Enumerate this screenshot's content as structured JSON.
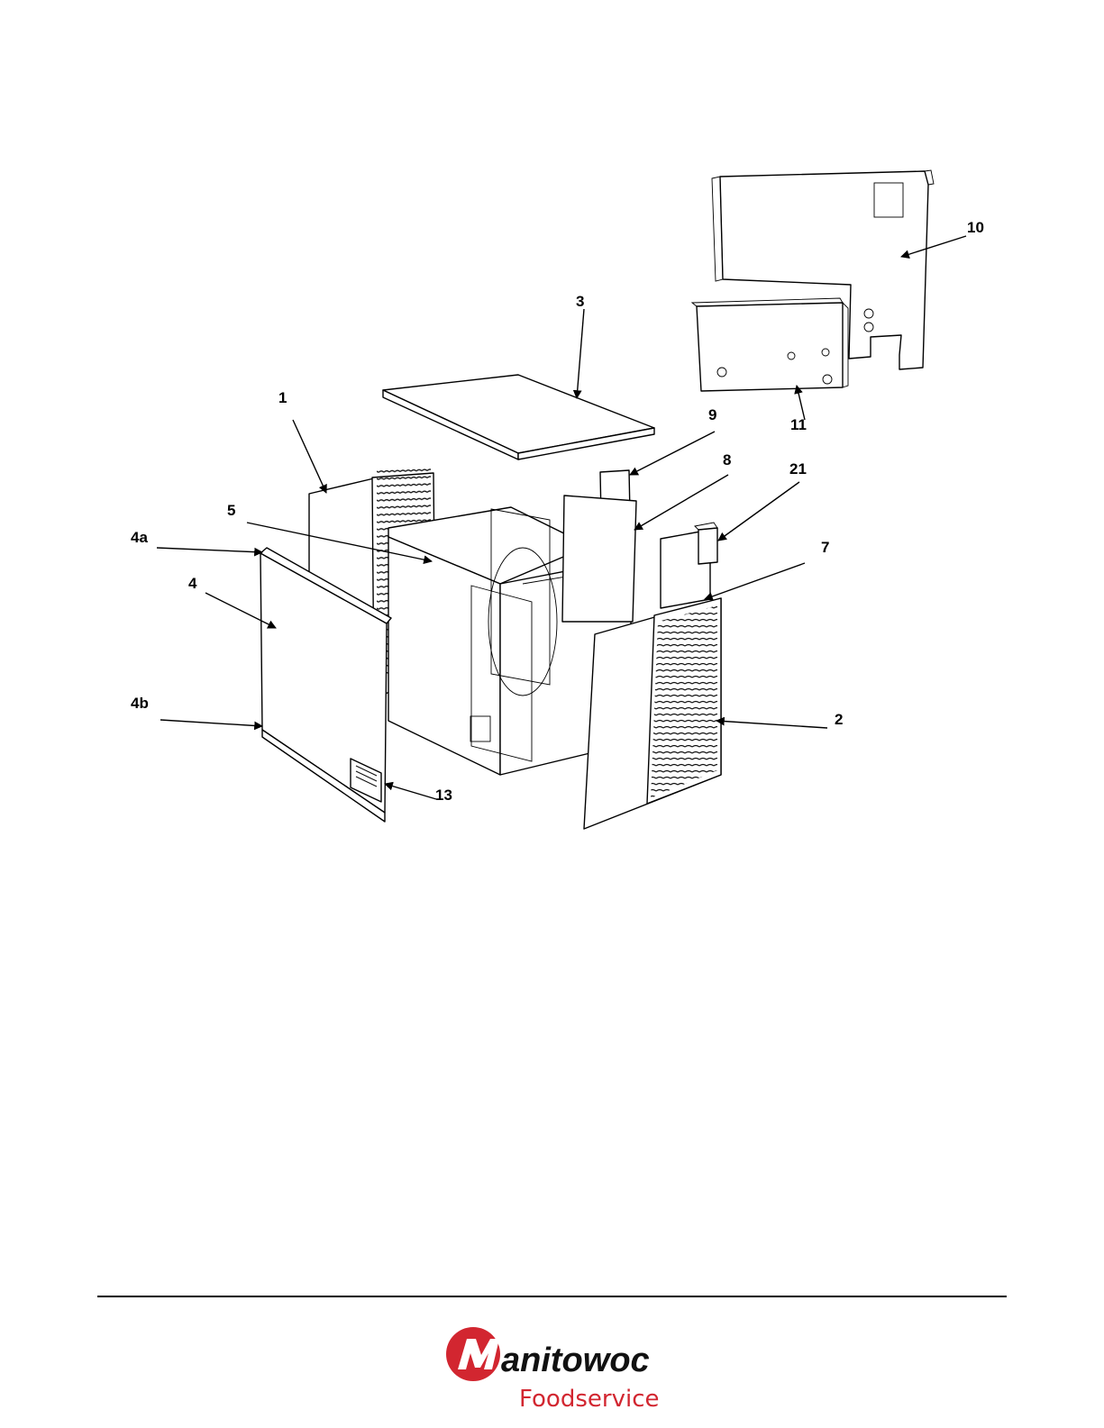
{
  "callouts": [
    {
      "id": "1",
      "label": "1"
    },
    {
      "id": "2",
      "label": "2"
    },
    {
      "id": "3",
      "label": "3"
    },
    {
      "id": "4",
      "label": "4"
    },
    {
      "id": "4a",
      "label": "4a"
    },
    {
      "id": "4b",
      "label": "4b"
    },
    {
      "id": "5",
      "label": "5"
    },
    {
      "id": "7",
      "label": "7"
    },
    {
      "id": "8",
      "label": "8"
    },
    {
      "id": "9",
      "label": "9"
    },
    {
      "id": "10",
      "label": "10"
    },
    {
      "id": "11",
      "label": "11"
    },
    {
      "id": "13",
      "label": "13"
    },
    {
      "id": "21",
      "label": "21"
    }
  ],
  "footer": {
    "brand": "Manitowoc",
    "division": "Foodservice",
    "brand_color": "#d22630",
    "text_color": "#d22630"
  }
}
